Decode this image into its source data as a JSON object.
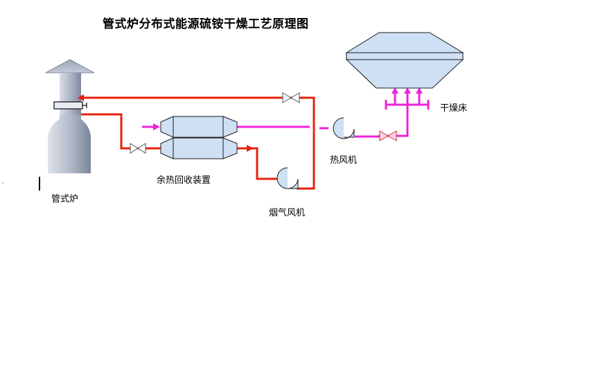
{
  "title": "管式炉分布式能源硫铵干燥工艺原理图",
  "labels": {
    "furnace": "管式炉",
    "heat_recovery": "余热回收装置",
    "flue_fan": "烟气风机",
    "hot_air_fan": "热风机",
    "dryer_bed": "干燥床"
  },
  "colors": {
    "flue_line": "#e8200c",
    "hot_air_line": "#f020d8",
    "equipment_fill": "#cfe0f4",
    "furnace_shade": "#8e9cb4",
    "outline": "#1a1a1a"
  },
  "icons": {
    "valve": "valve-icon",
    "fan": "fan-icon",
    "cursor": "text-cursor-icon"
  }
}
